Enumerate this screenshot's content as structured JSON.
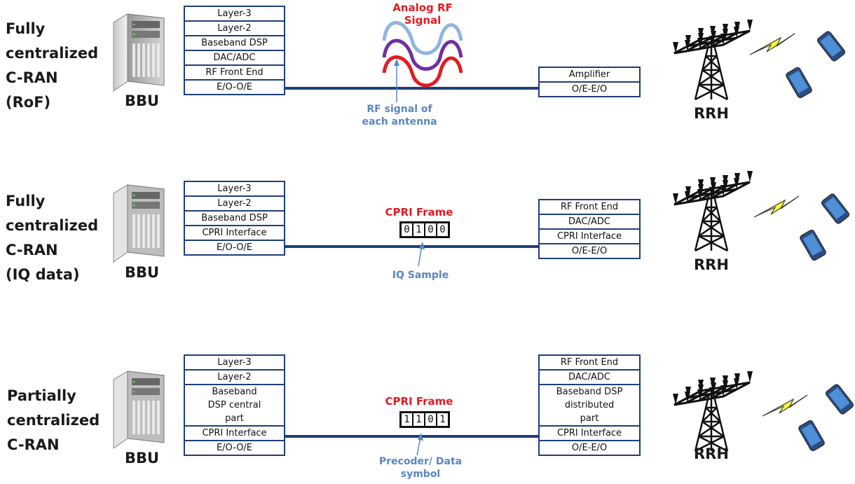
{
  "rows": [
    {
      "side_label": [
        "Fully",
        "centralized",
        "C-RAN",
        "(RoF)"
      ],
      "bbu_label": "BBU",
      "rrh_label": "RRH",
      "bbu_stack": [
        "Layer-3",
        "Layer-2",
        "Baseband DSP",
        "DAC/ADC",
        "RF Front End",
        "E/O-O/E"
      ],
      "rrh_stack": [
        "Amplifier",
        "O/E-E/O"
      ],
      "link_title": "Analog RF Signal",
      "link_note": "RF signal of each antenna"
    },
    {
      "side_label": [
        "Fully",
        "centralized",
        "C-RAN",
        "(IQ data)"
      ],
      "bbu_label": "BBU",
      "rrh_label": "RRH",
      "bbu_stack": [
        "Layer-3",
        "Layer-2",
        "Baseband DSP",
        "CPRI Interface",
        "E/O-O/E"
      ],
      "rrh_stack": [
        "RF Front End",
        "DAC/ADC",
        "CPRI Interface",
        "O/E-E/O"
      ],
      "link_title": "CPRI Frame",
      "bits": [
        "0",
        "1",
        "0",
        "0"
      ],
      "link_note": "IQ Sample"
    },
    {
      "side_label": [
        "Partially",
        "centralized",
        "C-RAN"
      ],
      "bbu_label": "BBU",
      "rrh_label": "RRH",
      "bbu_stack": [
        "Layer-3",
        "Layer-2",
        "Baseband DSP central part",
        "CPRI Interface",
        "E/O-O/E"
      ],
      "rrh_stack": [
        "RF Front End",
        "DAC/ADC",
        "Baseband DSP distributed part",
        "CPRI Interface",
        "O/E-E/O"
      ],
      "link_title": "CPRI Frame",
      "bits": [
        "1",
        "1",
        "0",
        "1"
      ],
      "link_note": "Precoder/ Data symbol"
    }
  ],
  "colors": {
    "box_border": "#1f3f7a",
    "link_line": "#1f3f7a",
    "title_red": "#e31b23",
    "note_blue": "#5a86c0",
    "wave_light_blue": "#8fb4e0",
    "wave_purple": "#7030a0",
    "wave_red": "#e31b23",
    "bolt_yellow": "#ffff33"
  },
  "icons": [
    "server-icon",
    "antenna-tower-icon",
    "lightning-bolt-icon",
    "smartphone-icon"
  ]
}
